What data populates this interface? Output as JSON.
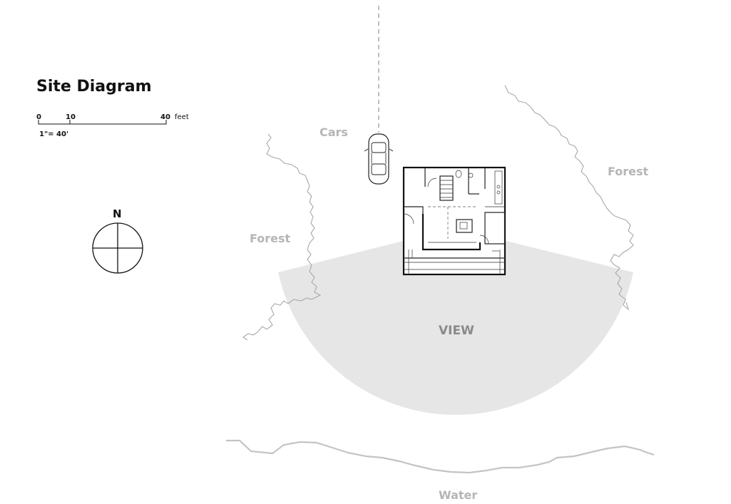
{
  "title": "Site Diagram",
  "scale_bar": {
    "tick_0": "0",
    "tick_10": "10",
    "tick_40": "40",
    "unit": "feet",
    "ratio": "1\"= 40'"
  },
  "north_arrow": {
    "label": "N"
  },
  "labels": {
    "cars": "Cars",
    "forest_left": "Forest",
    "forest_right": "Forest",
    "view": "VIEW",
    "water": "Water"
  },
  "colors": {
    "label_gray": "#b5b5b5",
    "view_fill": "#e6e6e7",
    "view_text": "#8a8a8a",
    "tree_line": "#a8a8a8",
    "water_line": "#c4c4c4",
    "ink": "#111111"
  },
  "icons": [
    "compass-icon",
    "car-icon",
    "house-floor-plan",
    "tree-line",
    "shoreline"
  ]
}
